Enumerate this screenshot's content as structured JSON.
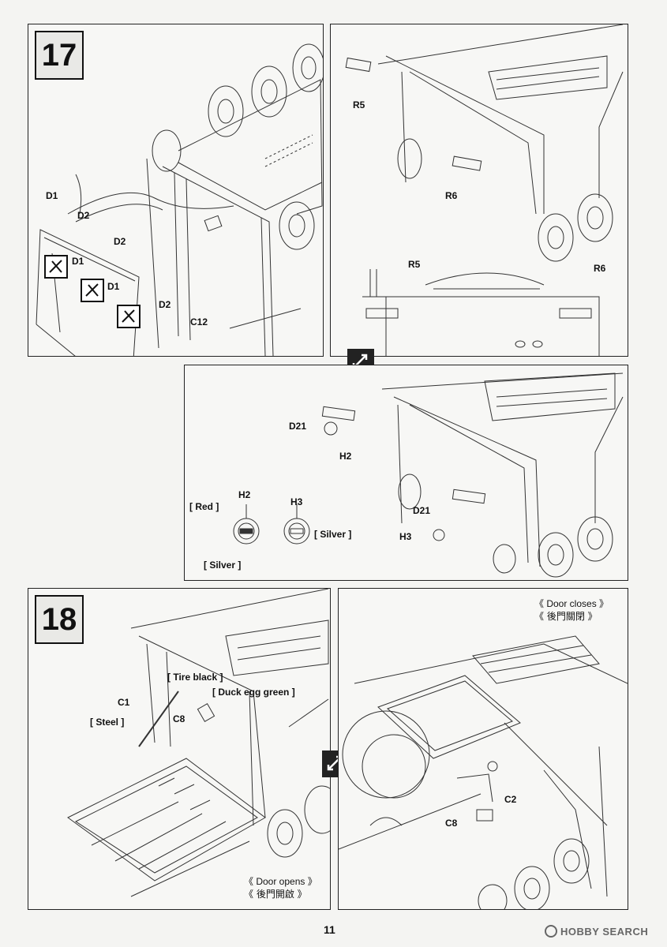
{
  "page_number": "11",
  "brand": "HOBBY SEARCH",
  "step17": {
    "number": "17",
    "main_labels": {
      "d1a": "D1",
      "d2a": "D2",
      "d2b": "D2",
      "d1b": "D1",
      "d1c": "D1",
      "d2c": "D2",
      "c12": "C12"
    },
    "rear_labels": {
      "r5a": "R5",
      "r6a": "R6",
      "r5b": "R5",
      "r6b": "R6"
    },
    "sub": {
      "d21a": "D21",
      "h2a": "H2",
      "h2b": "H2",
      "h3a": "H3",
      "d21b": "D21",
      "h3b": "H3",
      "red": "[ Red ]",
      "silver1": "[ Silver ]",
      "silver2": "[ Silver ]"
    }
  },
  "step18": {
    "number": "18",
    "labels": {
      "tire": "[ Tire black ]",
      "c1": "C1",
      "duck": "[ Duck egg green ]",
      "steel": "[ Steel ]",
      "c8a": "C8",
      "c2": "C2",
      "c8b": "C8"
    },
    "door_opens_en": "《 Door opens 》",
    "door_opens_zh": "《 後門開啟 》",
    "door_closes_en": "《 Door closes 》",
    "door_closes_zh": "《 後門關閉 》"
  }
}
